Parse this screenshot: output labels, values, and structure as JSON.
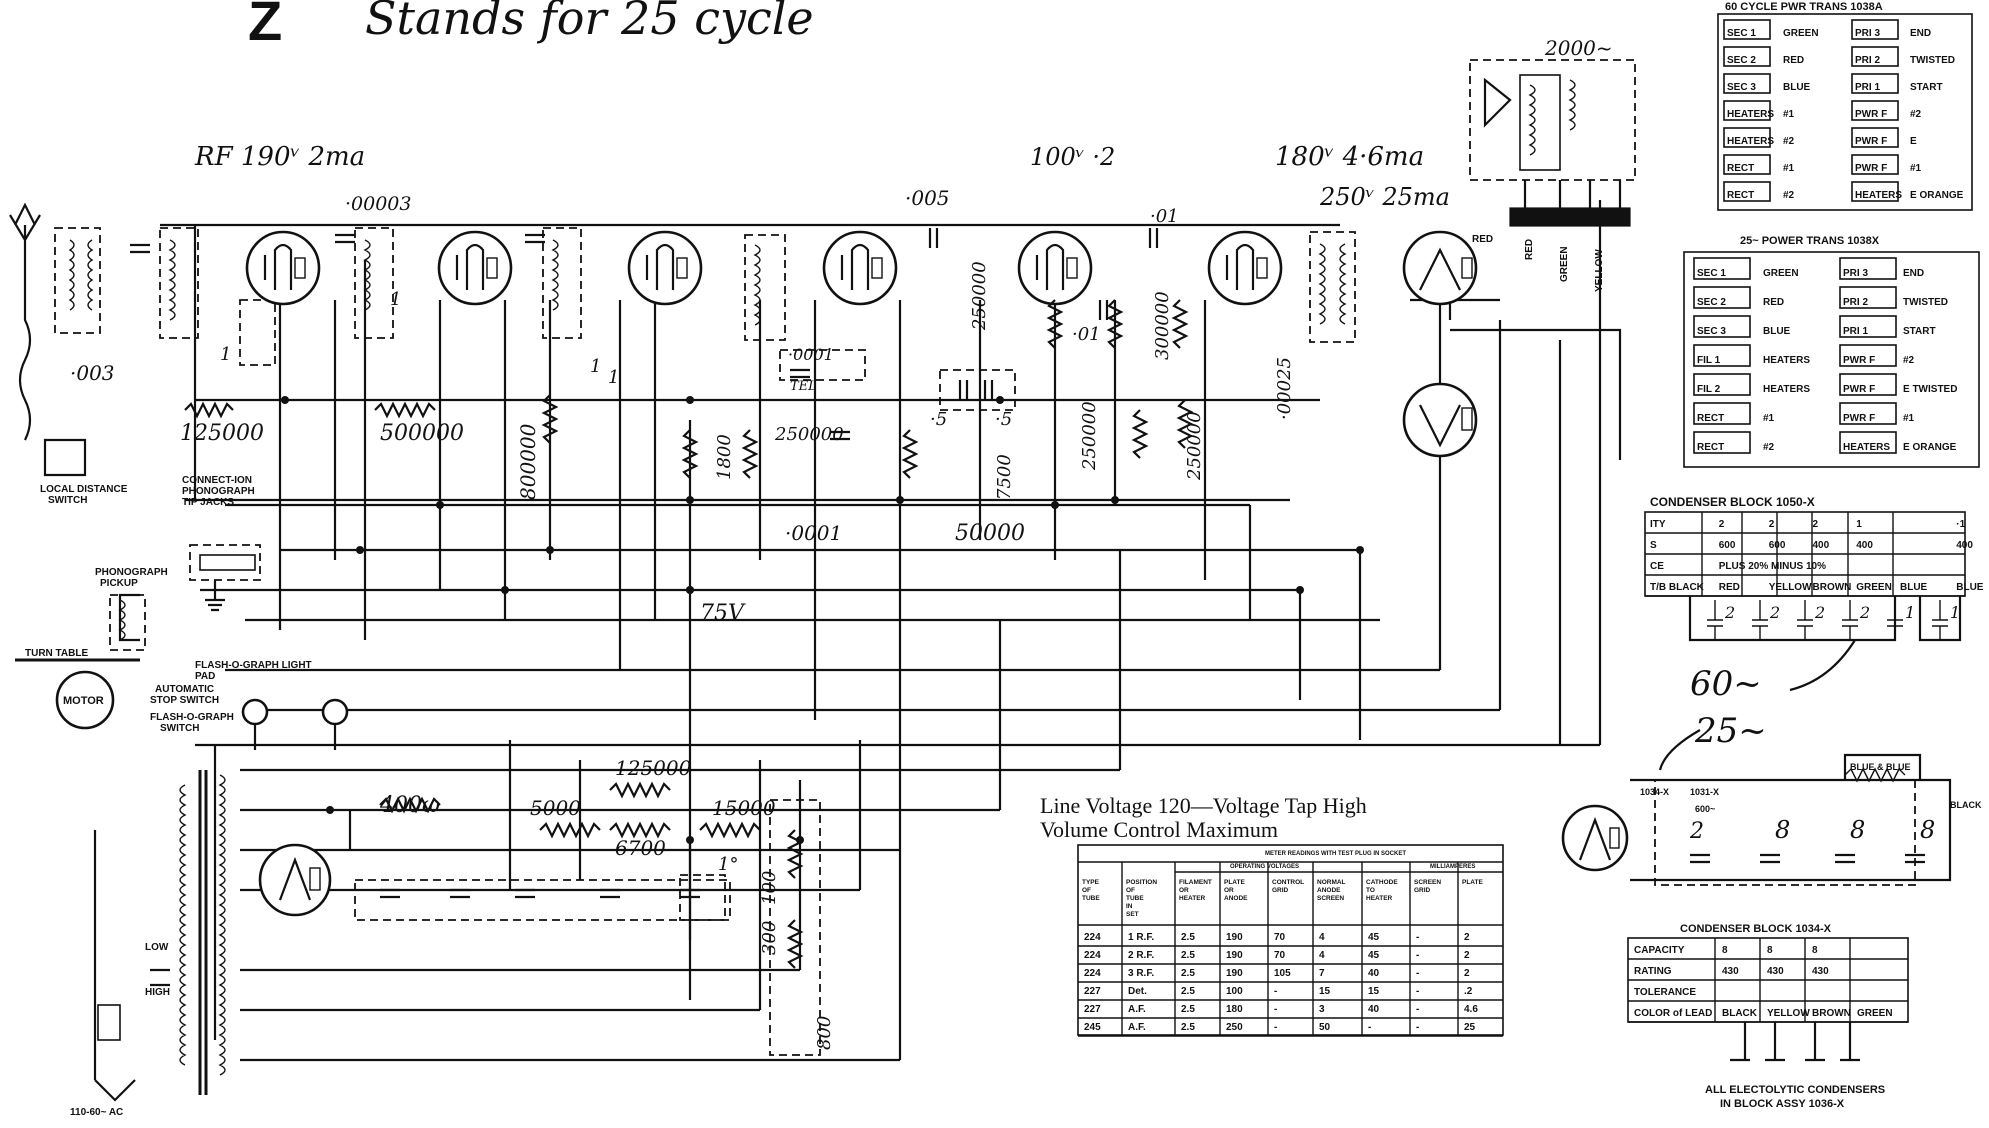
{
  "header": {
    "z_symbol": "Z",
    "caption": "Stands for 25 cycle"
  },
  "annotations": {
    "rf_voltage": "RF 190ᵛ 2ma",
    "v100": "100ᵛ ·2",
    "v180": "180ᵛ 4·6ma",
    "v250": "250ᵛ 25ma",
    "v75": "75V",
    "hz2000": "2000~",
    "hz60": "60~",
    "hz25": "25~",
    "w400": "400ω"
  },
  "components": {
    "c_00003": "·00003",
    "c_005": "·005",
    "c_01a": "·01",
    "c_01b": "·01",
    "c_003": "·003",
    "c_0001a": "·0001",
    "c_0001b": "·0001",
    "c_00025": "·00025",
    "c_5a": "·5",
    "c_5b": "·5",
    "r_125000a": "125000",
    "r_500000": "500000",
    "r_800000": "800000",
    "r_1800": "1800",
    "r_250000a": "250000",
    "r_50000": "50000",
    "r_250000b": "250000",
    "r_7500": "7500",
    "r_250000c": "250000",
    "r_300000": "300000",
    "r_250000d": "250000",
    "r_125000b": "125000",
    "r_5000": "5000",
    "r_6700": "6700",
    "r_15000": "15000",
    "r_300": "300",
    "r_100": "100",
    "r_800": "800",
    "tel": "TEL",
    "one_a": "1",
    "one_b": "1",
    "one_c": "1",
    "one_d": "1",
    "one_e": "1°"
  },
  "labels": {
    "local_distance": [
      "LOCAL DISTANCE",
      "SWITCH"
    ],
    "connect_jacks": [
      "CONNECT-ION",
      "PHONOGRAPH",
      "TIP JACKS"
    ],
    "pickup": [
      "PHONOGRAPH",
      "PICKUP"
    ],
    "turn_table": "TURN TABLE",
    "motor": "MOTOR",
    "flash_light": [
      "FLASH-O-GRAPH LIGHT",
      "PAD"
    ],
    "auto_stop": [
      "AUTOMATIC",
      "STOP SWITCH"
    ],
    "flash_switch": [
      "FLASH-O-GRAPH",
      "SWITCH"
    ],
    "line": "110-60~ AC",
    "low": "LOW",
    "high": "HIGH"
  },
  "pwr60": {
    "title": "60 CYCLE PWR TRANS 1038A",
    "rows": [
      [
        "SEC 1",
        "GREEN",
        "PRI 3",
        "END"
      ],
      [
        "SEC 2",
        "RED",
        "PRI 2",
        "TWISTED"
      ],
      [
        "SEC 3",
        "BLUE",
        "PRI 1",
        "START"
      ],
      [
        "HEATERS",
        "#1",
        "PWR F",
        "#2"
      ],
      [
        "HEATERS",
        "#2",
        "PWR F",
        "E"
      ],
      [
        "RECT",
        "#1",
        "PWR F",
        "#1"
      ],
      [
        "RECT",
        "#2",
        "HEATERS",
        "E ORANGE"
      ]
    ]
  },
  "pwr25": {
    "title": "25~ POWER TRANS 1038X",
    "rows": [
      [
        "SEC 1",
        "GREEN",
        "PRI 3",
        "END"
      ],
      [
        "SEC 2",
        "RED",
        "PRI 2",
        "TWISTED"
      ],
      [
        "SEC 3",
        "BLUE",
        "PRI 1",
        "START"
      ],
      [
        "FIL 1",
        "HEATERS",
        "PWR F",
        "#2"
      ],
      [
        "FIL 2",
        "HEATERS",
        "PWR F",
        "E TWISTED"
      ],
      [
        "RECT",
        "#1",
        "PWR F",
        "#1"
      ],
      [
        "RECT",
        "#2",
        "HEATERS",
        "E ORANGE"
      ]
    ]
  },
  "cond_1050": {
    "title": "CONDENSER BLOCK 1050-X",
    "rows": [
      [
        "ITY",
        "2",
        "2",
        "2",
        "1",
        "",
        "·1"
      ],
      [
        "S",
        "600",
        "600",
        "400",
        "400",
        "",
        "400"
      ],
      [
        "CE",
        "PLUS 20% MINUS 10%",
        "",
        "",
        "",
        "",
        ""
      ],
      [
        "T/B BLACK",
        "RED",
        "YELLOW",
        "BROWN",
        "GREEN",
        "BLUE",
        "BLUE"
      ]
    ],
    "caps": [
      "2",
      "2",
      "2",
      "2",
      "1",
      "1"
    ]
  },
  "cond_1034": {
    "title": "CONDENSER BLOCK 1034-X",
    "rows": [
      [
        "CAPACITY",
        "8",
        "8",
        "8"
      ],
      [
        "RATING",
        "430",
        "430",
        "430"
      ],
      [
        "TOLERANCE",
        "",
        "",
        ""
      ],
      [
        "COLOR of LEAD",
        "BLACK",
        "YELLOW",
        "BROWN",
        "GREEN"
      ]
    ],
    "note": [
      "ALL ELECTOLYTIC CONDENSERS",
      "IN BLOCK ASSY 1036-X"
    ]
  },
  "filter": {
    "c1": "2",
    "c2": "8",
    "c3": "8",
    "c4": "8",
    "lbl_1034": "1034-X",
    "lbl_1031": "1031-X",
    "lbl_600": "600~",
    "lbl_blue": "BLUE & BLUE",
    "lbl_blk": "BLACK"
  },
  "voltage_table": {
    "title_line1": "Line Voltage 120—Voltage Tap High",
    "title_line2": "Volume Control Maximum",
    "meter_hdr": "METER READINGS WITH TEST PLUG IN SOCKET",
    "op_hdr": "OPERATING VOLTAGES",
    "ma_hdr": "MILLIAMPERES",
    "col_headers": [
      "TYPE OF TUBE",
      "POSITION OF TUBE IN SET",
      "FILAMENT OR HEATER",
      "PLATE OR ANODE",
      "CONTROL GRID",
      "NORMAL ANODE SCREEN",
      "CATHODE TO HEATER",
      "SCREEN GRID",
      "PLATE"
    ],
    "rows": [
      [
        "224",
        "1 R.F.",
        "2.5",
        "190",
        "70",
        "4",
        "45",
        "-",
        "2"
      ],
      [
        "224",
        "2 R.F.",
        "2.5",
        "190",
        "70",
        "4",
        "45",
        "-",
        "2"
      ],
      [
        "224",
        "3 R.F.",
        "2.5",
        "190",
        "105",
        "7",
        "40",
        "-",
        "2"
      ],
      [
        "227",
        "Det.",
        "2.5",
        "100",
        "-",
        "15",
        "15",
        "-",
        ".2"
      ],
      [
        "227",
        "A.F.",
        "2.5",
        "180",
        "-",
        "3",
        "40",
        "-",
        "4.6"
      ],
      [
        "245",
        "A.F.",
        "2.5",
        "250",
        "-",
        "50",
        "-",
        "-",
        "25"
      ]
    ]
  },
  "transformer_colors": {
    "red": "RED",
    "red2": "RED",
    "green": "GREEN",
    "yellow": "YELLOW"
  }
}
